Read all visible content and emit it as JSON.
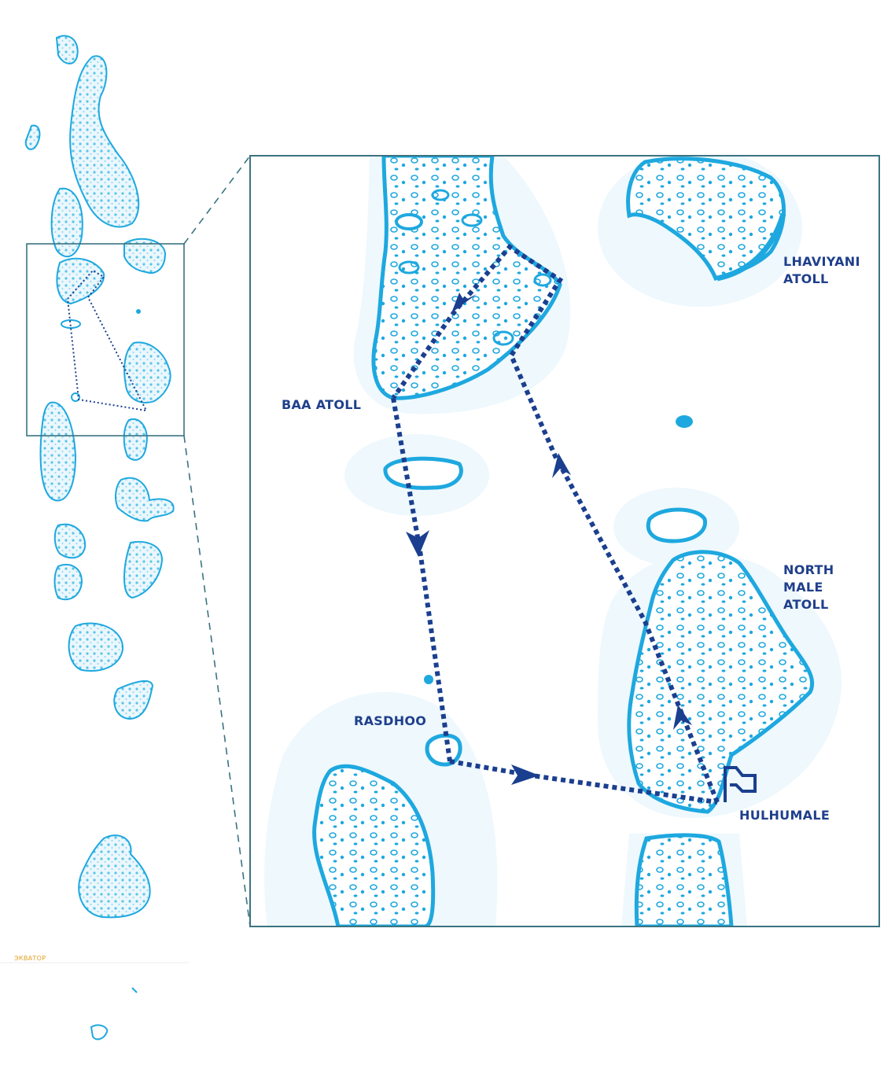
{
  "labels": {
    "baa": "BAA ATOLL",
    "lhaviyani_line1": "LHAVIYANI",
    "lhaviyani_line2": "ATOLL",
    "north_male_line1": "NORTH",
    "north_male_line2": "MALE",
    "north_male_line3": "ATOLL",
    "rasdhoo": "RASDHOO",
    "hulhumale": "HULHUMALE",
    "equator": "ЭКВАТОР"
  },
  "colors": {
    "atoll_fill": "#e8f6fc",
    "reef": "#19a9e1",
    "route": "#1b3f8f",
    "frame": "#3a7380",
    "label": "#1f3f8c",
    "equator": "#e0a020"
  },
  "icons": {
    "start": "flag-icon",
    "direction": "arrowhead-icon"
  }
}
